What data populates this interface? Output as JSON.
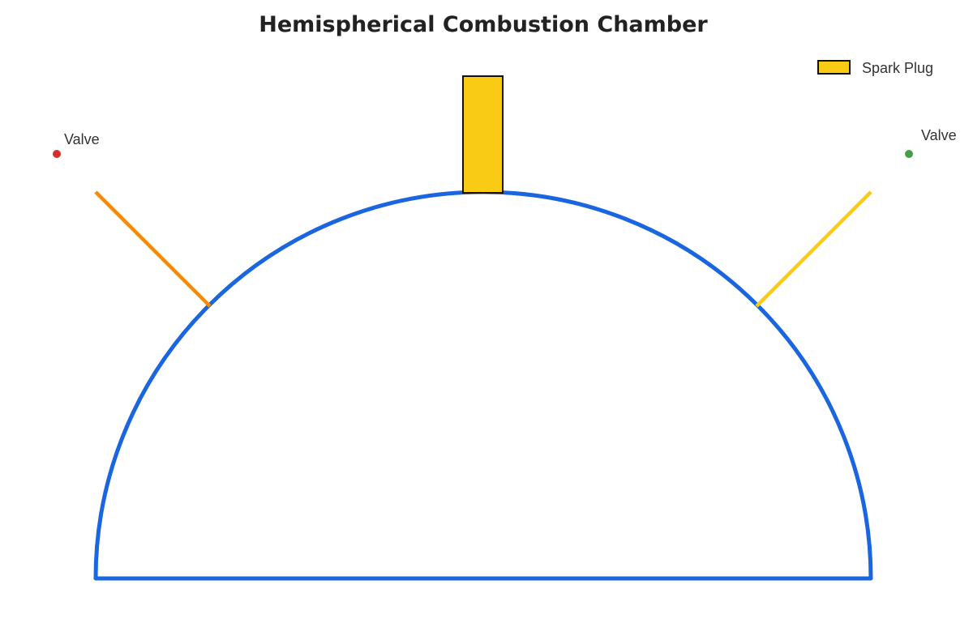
{
  "diagram": {
    "title": "Hemispherical Combustion Chamber",
    "legend": {
      "spark_plug_label": "Spark Plug"
    },
    "valves": {
      "left_label": "Valve",
      "right_label": "Valve"
    },
    "colors": {
      "chamber_outline": "#1a66e0",
      "spark_plug_fill": "#f9cb15",
      "spark_plug_stroke": "#111111",
      "left_valve_stem": "#f58a07",
      "right_valve_stem": "#f9cb15",
      "left_valve_dot": "#d32f2f",
      "right_valve_dot": "#43a047",
      "text": "#222222"
    }
  }
}
